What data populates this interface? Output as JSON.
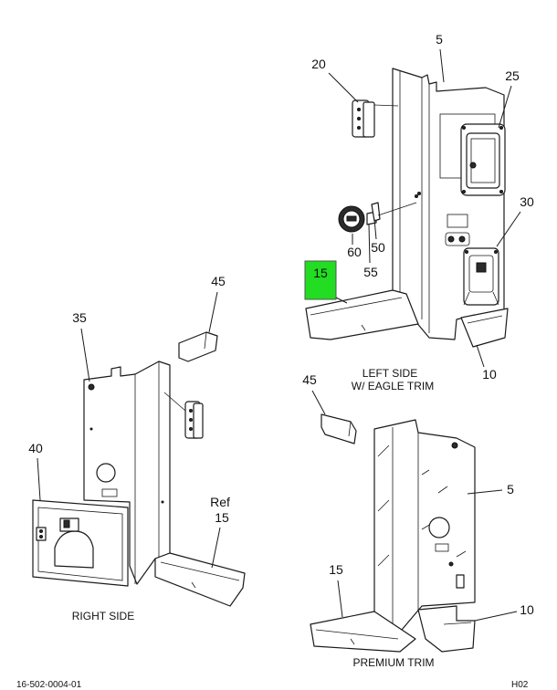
{
  "callouts": {
    "c5_top": "5",
    "c20": "20",
    "c25": "25",
    "c30": "30",
    "c60": "60",
    "c55": "55",
    "c50": "50",
    "c15_highlight": "15",
    "c45_left": "45",
    "c35": "35",
    "c10_top": "10",
    "c40": "40",
    "ref_line1": "Ref",
    "ref_line2": "15",
    "c45_right": "45",
    "c5_right": "5",
    "c15_bottom": "15",
    "c10_bottom": "10"
  },
  "captions": {
    "left_side_line1": "LEFT SIDE",
    "left_side_line2": "W/ EAGLE TRIM",
    "right_side": "RIGHT SIDE",
    "premium_trim": "PREMIUM TRIM"
  },
  "footer": {
    "drawing_number": "16-502-0004-01",
    "sheet_code": "H02"
  },
  "colors": {
    "highlight": "#22dd22",
    "line": "#1a1a1a",
    "background": "#ffffff"
  }
}
